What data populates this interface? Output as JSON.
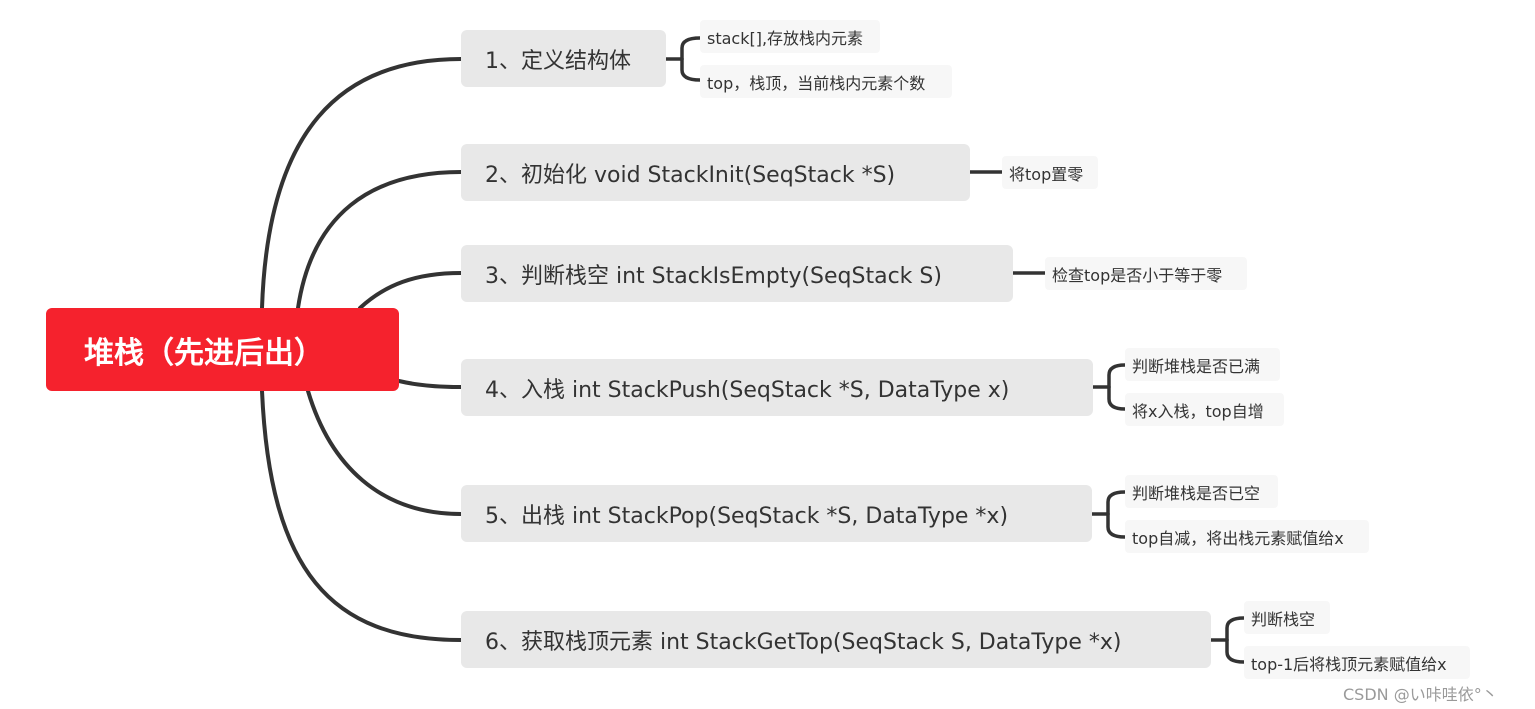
{
  "colors": {
    "root_bg": "#f5222d",
    "root_text": "#ffffff",
    "branch_bg": "#e8e8e8",
    "leaf_bg": "#f7f7f7",
    "connector": "#333333",
    "text": "#333333",
    "watermark": "#9a9a9a"
  },
  "root": {
    "label": "堆栈（先进后出）"
  },
  "branches": [
    {
      "label": "1、定义结构体",
      "children": [
        "stack[],存放栈内元素",
        "top，栈顶，当前栈内元素个数"
      ]
    },
    {
      "label": "2、初始化 void StackInit(SeqStack *S)",
      "children": [
        "将top置零"
      ]
    },
    {
      "label": "3、判断栈空 int StackIsEmpty(SeqStack S)",
      "children": [
        "检查top是否小于等于零"
      ]
    },
    {
      "label": "4、入栈 int StackPush(SeqStack *S, DataType x)",
      "children": [
        "判断堆栈是否已满",
        "将x入栈，top自增"
      ]
    },
    {
      "label": "5、出栈 int StackPop(SeqStack *S, DataType *x)",
      "children": [
        "判断堆栈是否已空",
        "top自减，将出栈元素赋值给x"
      ]
    },
    {
      "label": "6、获取栈顶元素 int StackGetTop(SeqStack S, DataType *x)",
      "children": [
        "判断栈空",
        "top-1后将栈顶元素赋值给x"
      ]
    }
  ],
  "watermark": "CSDN @い咔哇依°丶"
}
